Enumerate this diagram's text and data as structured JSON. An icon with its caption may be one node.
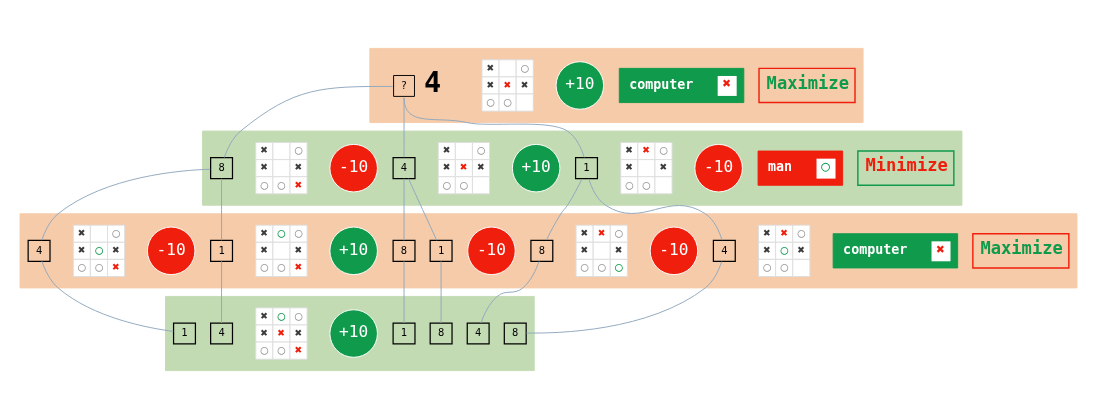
{
  "diagram": {
    "nodes": [
      {
        "text": [],
        "shape": "band"
      },
      {
        "text": [
          "Maximize"
        ],
        "in": 0
      },
      {
        "text": [
          "computer",
          "✖"
        ],
        "in": 0
      },
      {
        "text": [
          "+10"
        ],
        "in": 0
      },
      {
        "text": [
          "✖",
          "◯",
          "✖",
          "✖",
          "✖",
          "◯",
          "◯"
        ],
        "in": 0
      },
      {
        "text": [
          "?"
        ],
        "in": 0,
        "beside": [
          "4"
        ]
      },
      {
        "text": [],
        "shape": "band"
      },
      {
        "text": [
          "Minimize"
        ],
        "in": 6
      },
      {
        "text": [
          "man",
          "◯"
        ],
        "in": 6
      },
      {
        "text": [
          "-10"
        ],
        "in": 6
      },
      {
        "text": [
          "✖",
          "✖",
          "◯",
          "✖",
          "✖",
          "◯",
          "◯"
        ],
        "in": 6
      },
      {
        "text": [
          "1"
        ],
        "in": 6
      },
      {
        "text": [
          "+10"
        ],
        "in": 6
      },
      {
        "text": [
          "✖",
          "◯",
          "✖",
          "✖",
          "✖",
          "◯",
          "◯"
        ],
        "in": 6
      },
      {
        "text": [
          "4"
        ],
        "in": 6
      },
      {
        "text": [
          "-10"
        ],
        "in": 6
      },
      {
        "text": [
          "✖",
          "◯",
          "✖",
          "✖",
          "◯",
          "◯",
          "✖"
        ],
        "in": 6
      },
      {
        "text": [
          "8"
        ],
        "in": 6
      },
      {
        "text": [],
        "shape": "band"
      },
      {
        "text": [
          "Maximize"
        ],
        "in": 18
      },
      {
        "text": [
          "computer",
          "✖"
        ],
        "in": 18
      },
      {
        "text": [
          "✖",
          "✖",
          "◯",
          "✖",
          "◯",
          "✖",
          "◯",
          "◯"
        ],
        "in": 18
      },
      {
        "text": [
          "4"
        ],
        "in": 18
      },
      {
        "text": [
          "-10"
        ],
        "in": 18
      },
      {
        "text": [
          "✖",
          "✖",
          "◯",
          "✖",
          "✖",
          "◯",
          "◯",
          "◯"
        ],
        "in": 18
      },
      {
        "text": [
          "8"
        ],
        "in": 18
      },
      {
        "text": [
          "-10"
        ],
        "in": 18
      },
      {
        "text": [
          "1"
        ],
        "in": 18
      },
      {
        "text": [
          "8"
        ],
        "in": 18
      },
      {
        "text": [
          "+10"
        ],
        "in": 18
      },
      {
        "text": [
          "✖",
          "◯",
          "◯",
          "✖",
          "✖",
          "◯",
          "◯",
          "✖"
        ],
        "in": 18
      },
      {
        "text": [
          "1"
        ],
        "in": 18
      },
      {
        "text": [
          "-10"
        ],
        "in": 18
      },
      {
        "text": [
          "✖",
          "◯",
          "✖",
          "◯",
          "✖",
          "◯",
          "◯",
          "✖"
        ],
        "in": 18
      },
      {
        "text": [
          "4"
        ],
        "in": 18
      },
      {
        "text": [],
        "shape": "band"
      },
      {
        "text": [
          "8"
        ],
        "in": 35
      },
      {
        "text": [
          "4"
        ],
        "in": 35
      },
      {
        "text": [
          "8"
        ],
        "in": 35
      },
      {
        "text": [
          "1"
        ],
        "in": 35
      },
      {
        "text": [
          "+10"
        ],
        "in": 35
      },
      {
        "text": [
          "✖",
          "◯",
          "◯",
          "✖",
          "✖",
          "✖",
          "◯",
          "◯",
          "✖"
        ],
        "in": 35
      },
      {
        "text": [
          "4"
        ],
        "in": 35
      },
      {
        "text": [
          "1"
        ],
        "in": 35
      }
    ],
    "edges": [
      {
        "from": 5,
        "to": 11,
        "arrow": "none"
      },
      {
        "from": 5,
        "to": 14,
        "arrow": "none"
      },
      {
        "from": 5,
        "to": 17,
        "arrow": "none"
      },
      {
        "from": 11,
        "to": 22,
        "arrow": "none"
      },
      {
        "from": 11,
        "to": 25,
        "arrow": "none"
      },
      {
        "from": 14,
        "to": 27,
        "arrow": "none"
      },
      {
        "from": 14,
        "to": 28,
        "arrow": "none"
      },
      {
        "from": 17,
        "to": 31,
        "arrow": "none"
      },
      {
        "from": 17,
        "to": 34,
        "arrow": "none"
      },
      {
        "from": 22,
        "to": 36,
        "arrow": "none"
      },
      {
        "from": 25,
        "to": 37,
        "arrow": "none"
      },
      {
        "from": 27,
        "to": 38,
        "arrow": "none"
      },
      {
        "from": 28,
        "to": 39,
        "arrow": "none"
      },
      {
        "from": 31,
        "to": 42,
        "arrow": "none"
      },
      {
        "from": 34,
        "to": 43,
        "arrow": "none"
      }
    ]
  }
}
